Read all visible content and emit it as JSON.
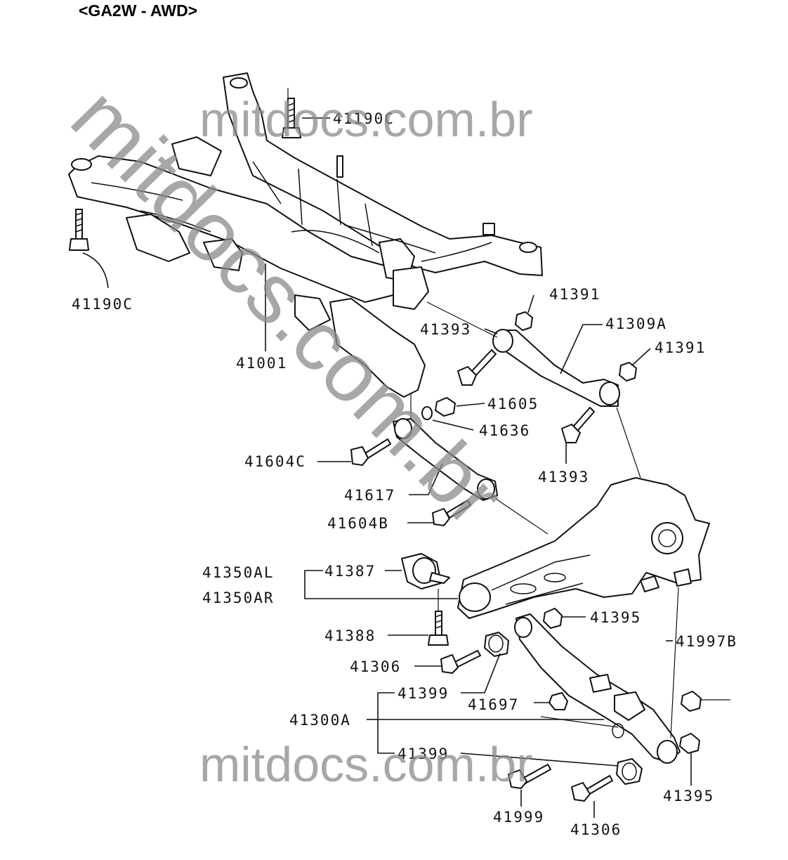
{
  "title": "<GA2W - AWD>",
  "watermark": {
    "top": "mitdocs.com.br",
    "bottom": "mitdocs.com.br",
    "diagonal": "mitdocs.com.br"
  },
  "labels": {
    "l41190c_top": "41190C",
    "l41190c_left": "41190C",
    "l41001": "41001",
    "l41391_a": "41391",
    "l41393_a": "41393",
    "l41309a": "41309A",
    "l41391_b": "41391",
    "l41605": "41605",
    "l41636": "41636",
    "l41604c": "41604C",
    "l41393_b": "41393",
    "l41617": "41617",
    "l41604b": "41604B",
    "l41387": "41387",
    "l41350al": "41350AL",
    "l41350ar": "41350AR",
    "l41395_a": "41395",
    "l41388": "41388",
    "l41997b": "41997B",
    "l41306_a": "41306",
    "l41399_a": "41399",
    "l41697": "41697",
    "l41300a": "41300A",
    "l41399_b": "41399",
    "l41999": "41999",
    "l41306_b": "41306",
    "l41395_b": "41395"
  }
}
